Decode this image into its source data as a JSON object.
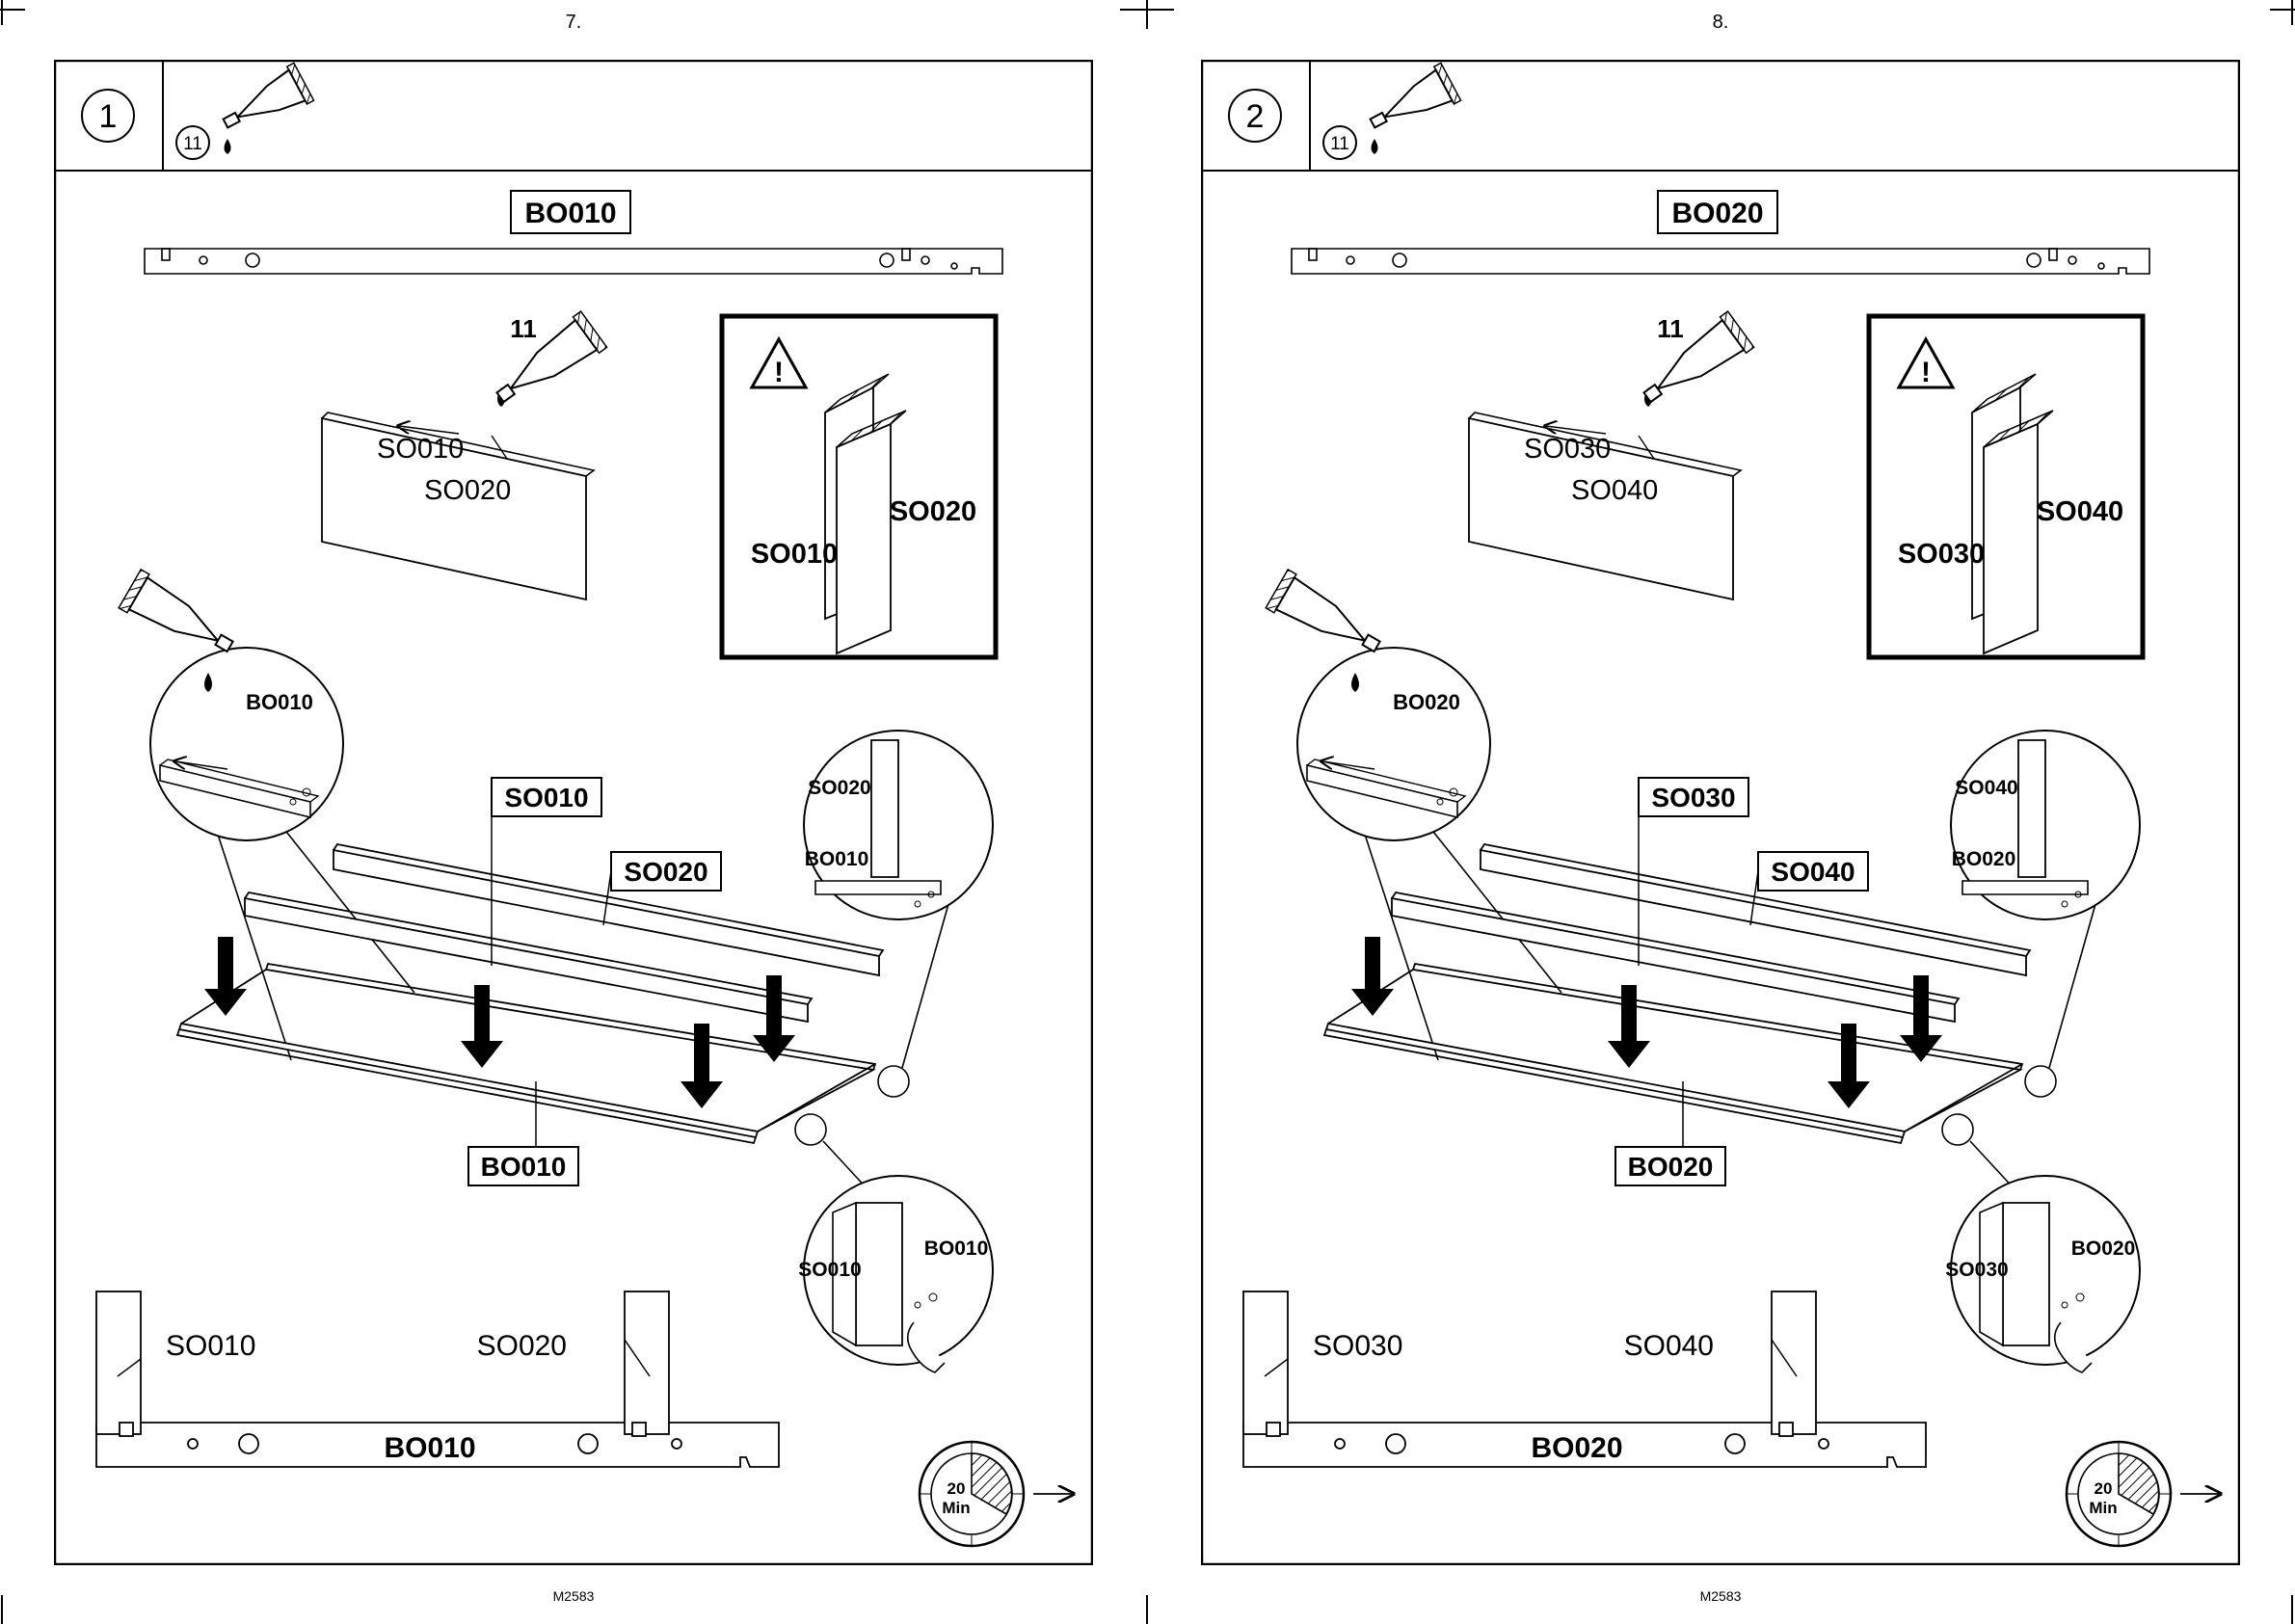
{
  "pages": [
    {
      "page_number": "7.",
      "footer_code": "M2583",
      "step_number": "1",
      "glue_badge": "11",
      "glue_label": "11",
      "board_top": "BO010",
      "side_a": "SO010",
      "side_b": "SO020",
      "warning_a": "SO010",
      "warning_b": "SO020",
      "detail_glue_board": "BO010",
      "detail_right_side": "SO020",
      "detail_right_board": "BO010",
      "detail_bottom_side": "SO010",
      "detail_bottom_board": "BO010",
      "callout_side_a": "SO010",
      "callout_side_b": "SO020",
      "callout_board": "BO010",
      "diagram_side_a": "SO010",
      "diagram_side_b": "SO020",
      "diagram_board": "BO010",
      "timer": "20",
      "timer_unit": "Min"
    },
    {
      "page_number": "8.",
      "footer_code": "M2583",
      "step_number": "2",
      "glue_badge": "11",
      "glue_label": "11",
      "board_top": "BO020",
      "side_a": "SO030",
      "side_b": "SO040",
      "warning_a": "SO030",
      "warning_b": "SO040",
      "detail_glue_board": "BO020",
      "detail_right_side": "SO040",
      "detail_right_board": "BO020",
      "detail_bottom_side": "SO030",
      "detail_bottom_board": "BO020",
      "callout_side_a": "SO030",
      "callout_side_b": "SO040",
      "callout_board": "BO020",
      "diagram_side_a": "SO030",
      "diagram_side_b": "SO040",
      "diagram_board": "BO020",
      "timer": "20",
      "timer_unit": "Min"
    }
  ]
}
